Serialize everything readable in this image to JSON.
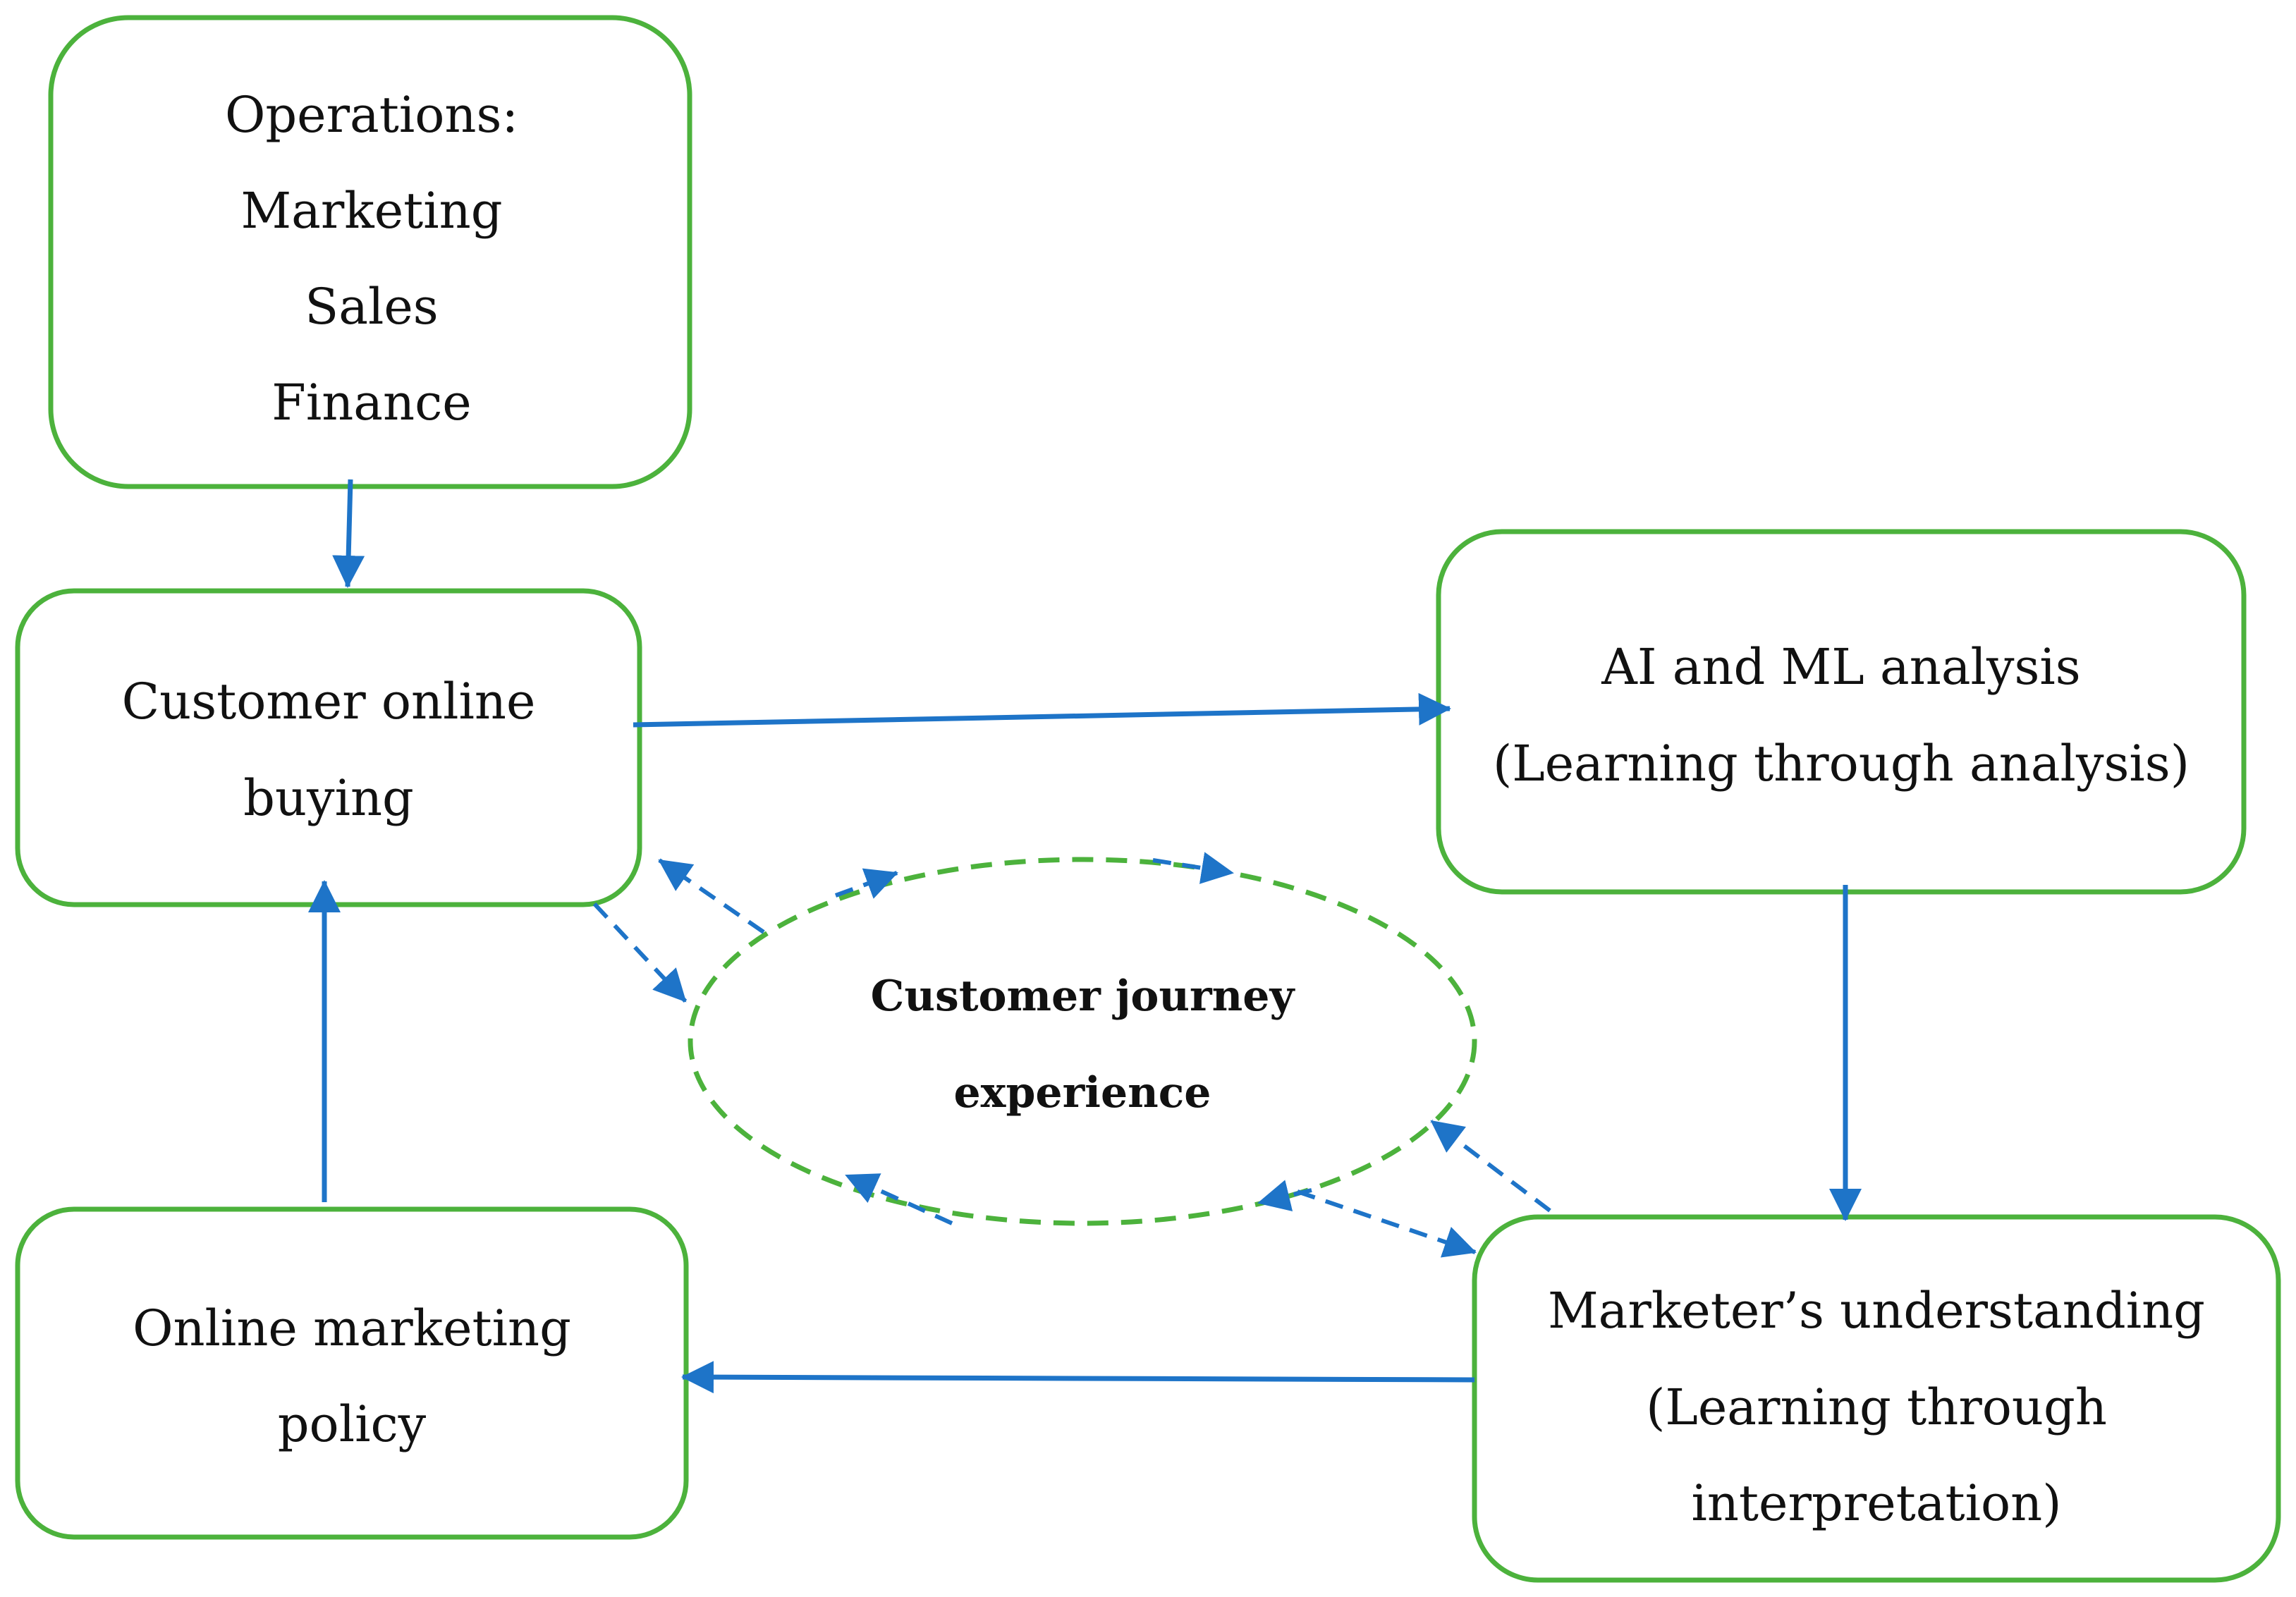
{
  "colors": {
    "box_border": "#4cb23c",
    "arrow": "#1e74c8",
    "text": "#111111",
    "background": "#ffffff"
  },
  "nodes": {
    "operations": {
      "lines": [
        "Operations:",
        "Marketing",
        "Sales",
        "Finance"
      ]
    },
    "customer_online_buying": {
      "lines": [
        "Customer online",
        "buying"
      ]
    },
    "ai_ml_analysis": {
      "lines": [
        "AI and ML analysis",
        "(Learning through analysis)"
      ]
    },
    "online_marketing_policy": {
      "lines": [
        "Online marketing",
        "policy"
      ]
    },
    "marketers_understanding": {
      "lines": [
        "Marketer’s understanding",
        "(Learning through",
        "interpretation)"
      ]
    },
    "customer_journey": {
      "lines": [
        "Customer journey",
        "experience"
      ]
    }
  },
  "edges": [
    {
      "from": "operations",
      "to": "customer_online_buying",
      "style": "solid"
    },
    {
      "from": "customer_online_buying",
      "to": "ai_ml_analysis",
      "style": "solid"
    },
    {
      "from": "ai_ml_analysis",
      "to": "marketers_understanding",
      "style": "solid"
    },
    {
      "from": "marketers_understanding",
      "to": "online_marketing_policy",
      "style": "solid"
    },
    {
      "from": "online_marketing_policy",
      "to": "customer_online_buying",
      "style": "solid"
    },
    {
      "from": "customer_online_buying",
      "to": "customer_journey",
      "style": "dashed"
    },
    {
      "from": "customer_journey",
      "to": "customer_online_buying",
      "style": "dashed"
    },
    {
      "from": "customer_journey",
      "to": "marketers_understanding",
      "style": "dashed"
    },
    {
      "from": "marketers_understanding",
      "to": "customer_journey",
      "style": "dashed"
    }
  ]
}
